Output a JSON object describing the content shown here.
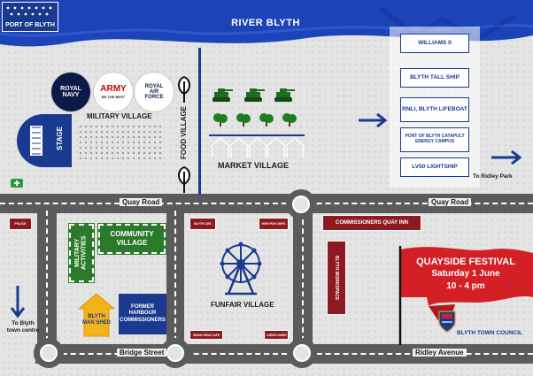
{
  "header": {
    "river": "RIVER BLYTH",
    "logo": "PORT OF BLYTH"
  },
  "villages": {
    "military": "MILITARY VILLAGE",
    "market": "MARKET VILLAGE",
    "food": "FOOD VILLAGE",
    "community": "COMMUNITY VILLAGE",
    "military_activities": "MILITARY ACTIVITIES",
    "funfair": "FUNFAIR VILLAGE"
  },
  "badges": {
    "navy": "ROYAL NAVY",
    "army": "ARMY",
    "army_sub": "BE THE BEST",
    "raf": "ROYAL AIR FORCE"
  },
  "stage": "STAGE",
  "quay_signs": [
    "WILLIAMS II",
    "BLYTH TALL SHIP",
    "RNLI, BLYTH LIFEBOAT",
    "PORT OF BLYTH CATAPULT ENERGY CAMPUS",
    "LV50 LIGHTSHIP"
  ],
  "roads": {
    "quay_left": "Quay Road",
    "quay_right": "Quay Road",
    "bridge": "Bridge Street",
    "ridley": "Ridley Avenue"
  },
  "directions": {
    "ridley_park": "To Ridley Park",
    "town_centre": "To Blyth town centre"
  },
  "buildings": {
    "police": "POLICE",
    "blyth_ces": "BLYTH CES",
    "high_fish": "HIGH FISH CHIPS",
    "commissioners_inn": "COMMISSIONERS QUAY INN",
    "workspace": "BLYTH WORKSPACE",
    "former_harbour": "FORMER HARBOUR COMMISSIONERS",
    "man_shed": "BLYTH MAN SHED",
    "simon_cafe": "SIMON HEAD CAFE",
    "cornflower": "CORNFLOWER"
  },
  "festival": {
    "title": "QUAYSIDE FESTIVAL",
    "date": "Saturday 1 June",
    "time": "10 - 4 pm"
  },
  "council": "BLYTH TOWN COUNCIL",
  "colors": {
    "river": "#1c44b8",
    "road": "#5b5b5b",
    "maroon": "#8c1a20",
    "green": "#2b7a2b",
    "navy": "#1a3a8f",
    "flag": "#d32027"
  },
  "icons": [
    "dish-icon",
    "tank-icon",
    "tree-icon",
    "market-stall-icon",
    "ferris-wheel-icon",
    "first-aid-icon",
    "arrow-right-icon",
    "arrow-down-icon",
    "council-crest-icon"
  ]
}
